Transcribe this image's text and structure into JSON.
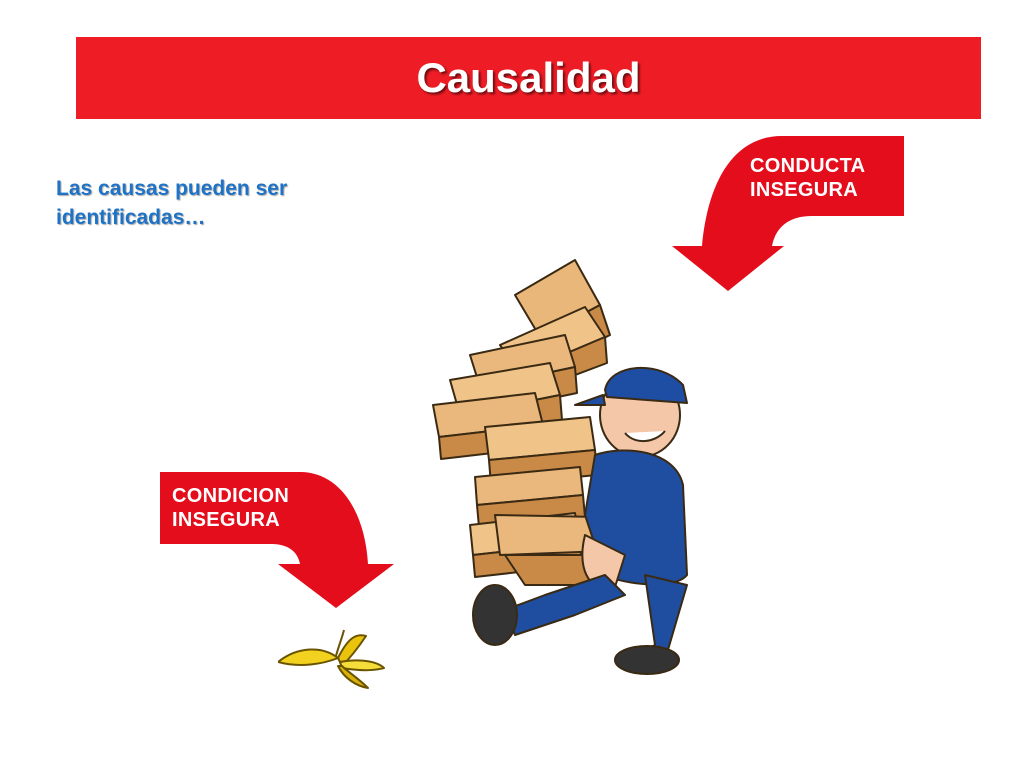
{
  "slide": {
    "title": "Causalidad",
    "intro": "Las causas pueden ser identificadas…",
    "labels": {
      "conducta": "CONDUCTA INSEGURA",
      "condicion": "CONDICION INSEGURA"
    }
  },
  "colors": {
    "title_bar": "#ee1c25",
    "intro_text": "#1f73c7",
    "arrow": "#e30d1c"
  },
  "icons": {
    "arrow_top": "curved-arrow-down-left-icon",
    "arrow_bottom": "curved-arrow-down-right-icon",
    "worker": "worker-carrying-boxes-illustration",
    "banana": "banana-peel-icon"
  }
}
